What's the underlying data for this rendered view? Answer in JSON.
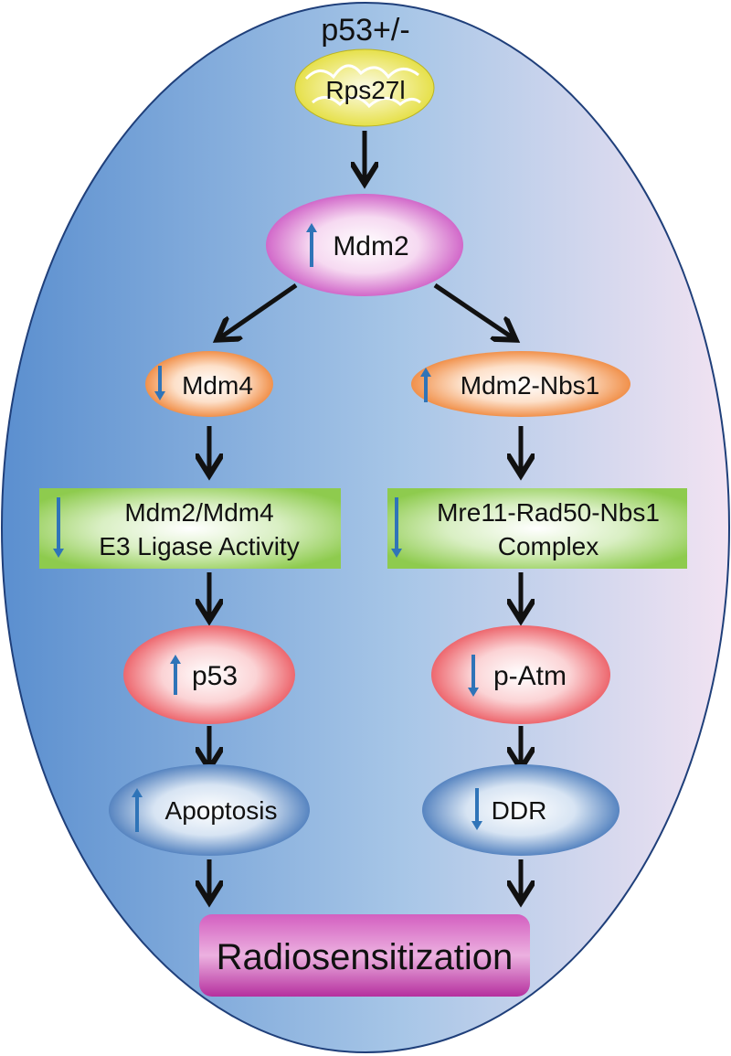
{
  "header": {
    "genotype": "p53+/-"
  },
  "nodes": {
    "rps27l": "Rps27l",
    "mdm2": "Mdm2",
    "mdm4": "Mdm4",
    "mdm2_nbs1": "Mdm2-Nbs1",
    "e3_line1": "Mdm2/Mdm4",
    "e3_line2": "E3 Ligase Activity",
    "mrn_line1": "Mre11-Rad50-Nbs1",
    "mrn_line2": "Complex",
    "p53": "p53",
    "p_atm": "p-Atm",
    "apoptosis": "Apoptosis",
    "ddr": "DDR",
    "outcome": "Radiosensitization"
  },
  "regulation": {
    "mdm2": "up",
    "mdm4": "down",
    "mdm2_nbs1": "up",
    "e3": "down",
    "mrn": "down",
    "p53": "up",
    "p_atm": "down",
    "apoptosis": "up",
    "ddr": "down"
  },
  "colors": {
    "background_left": "#5b8fcf",
    "background_right": "#f2e3f2",
    "rps27l": "#e3dd3a",
    "mdm2": "#c94fc0",
    "mdm4": "#ee7f2f",
    "green_box": "#8ecb4e",
    "red_node": "#ea4f57",
    "blue_node": "#3a6fb5",
    "outcome": "#b52f9e",
    "arrow": "#111111",
    "indicator_arrow": "#2f74b8"
  }
}
